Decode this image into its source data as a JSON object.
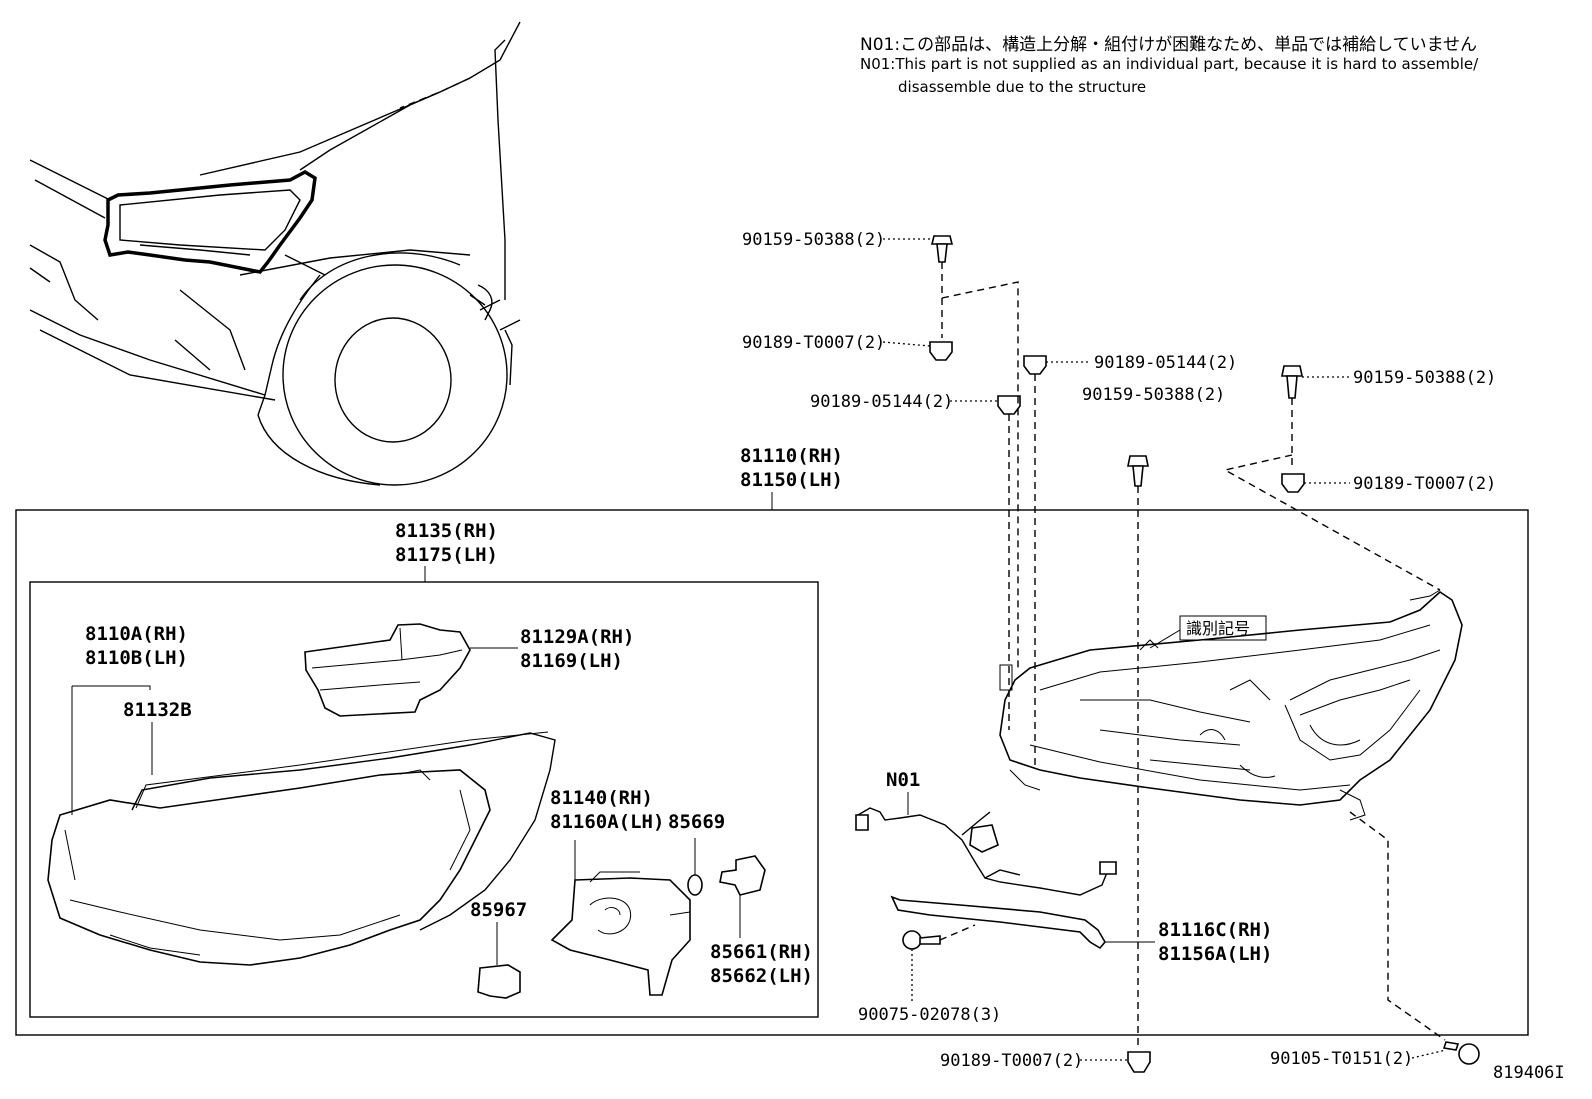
{
  "notes": {
    "jp": "N01:この部品は、構造上分解・組付けが困難なため、単品では補給していません",
    "en1": "N01:This part is not supplied as an individual part, because it is hard to assemble/",
    "en2": "disassemble due to the structure"
  },
  "labels": {
    "p9015950388_a": "90159-50388(2)",
    "p90189T0007_a": "90189-T0007(2)",
    "p9018905144_a": "90189-05144(2)",
    "p9018905144_b": "90189-05144(2)",
    "p9015950388_b": "90159-50388(2)",
    "p9015950388_c": "90159-50388(2)",
    "p90189T0007_b": "90189-T0007(2)",
    "p81110": "81110(RH)",
    "p81150": "81150(LH)",
    "p81135": "81135(RH)",
    "p81175": "81175(LH)",
    "p8110A": "8110A(RH)",
    "p8110B": "8110B(LH)",
    "p81132B": "81132B",
    "p81129A": "81129A(RH)",
    "p81169": "81169(LH)",
    "p81140": "81140(RH)",
    "p81160A": "81160A(LH)",
    "p85669": "85669",
    "p85967": "85967",
    "p85661": "85661(RH)",
    "p85662": "85662(LH)",
    "n01": "N01",
    "p81116C": "81116C(RH)",
    "p81156A": "81156A(LH)",
    "p9007502078": "90075-02078(3)",
    "p90189T0007_c": "90189-T0007(2)",
    "p90105T0151": "90105-T0151(2)",
    "id_mark": "識別記号",
    "fig_id": "819406I"
  }
}
